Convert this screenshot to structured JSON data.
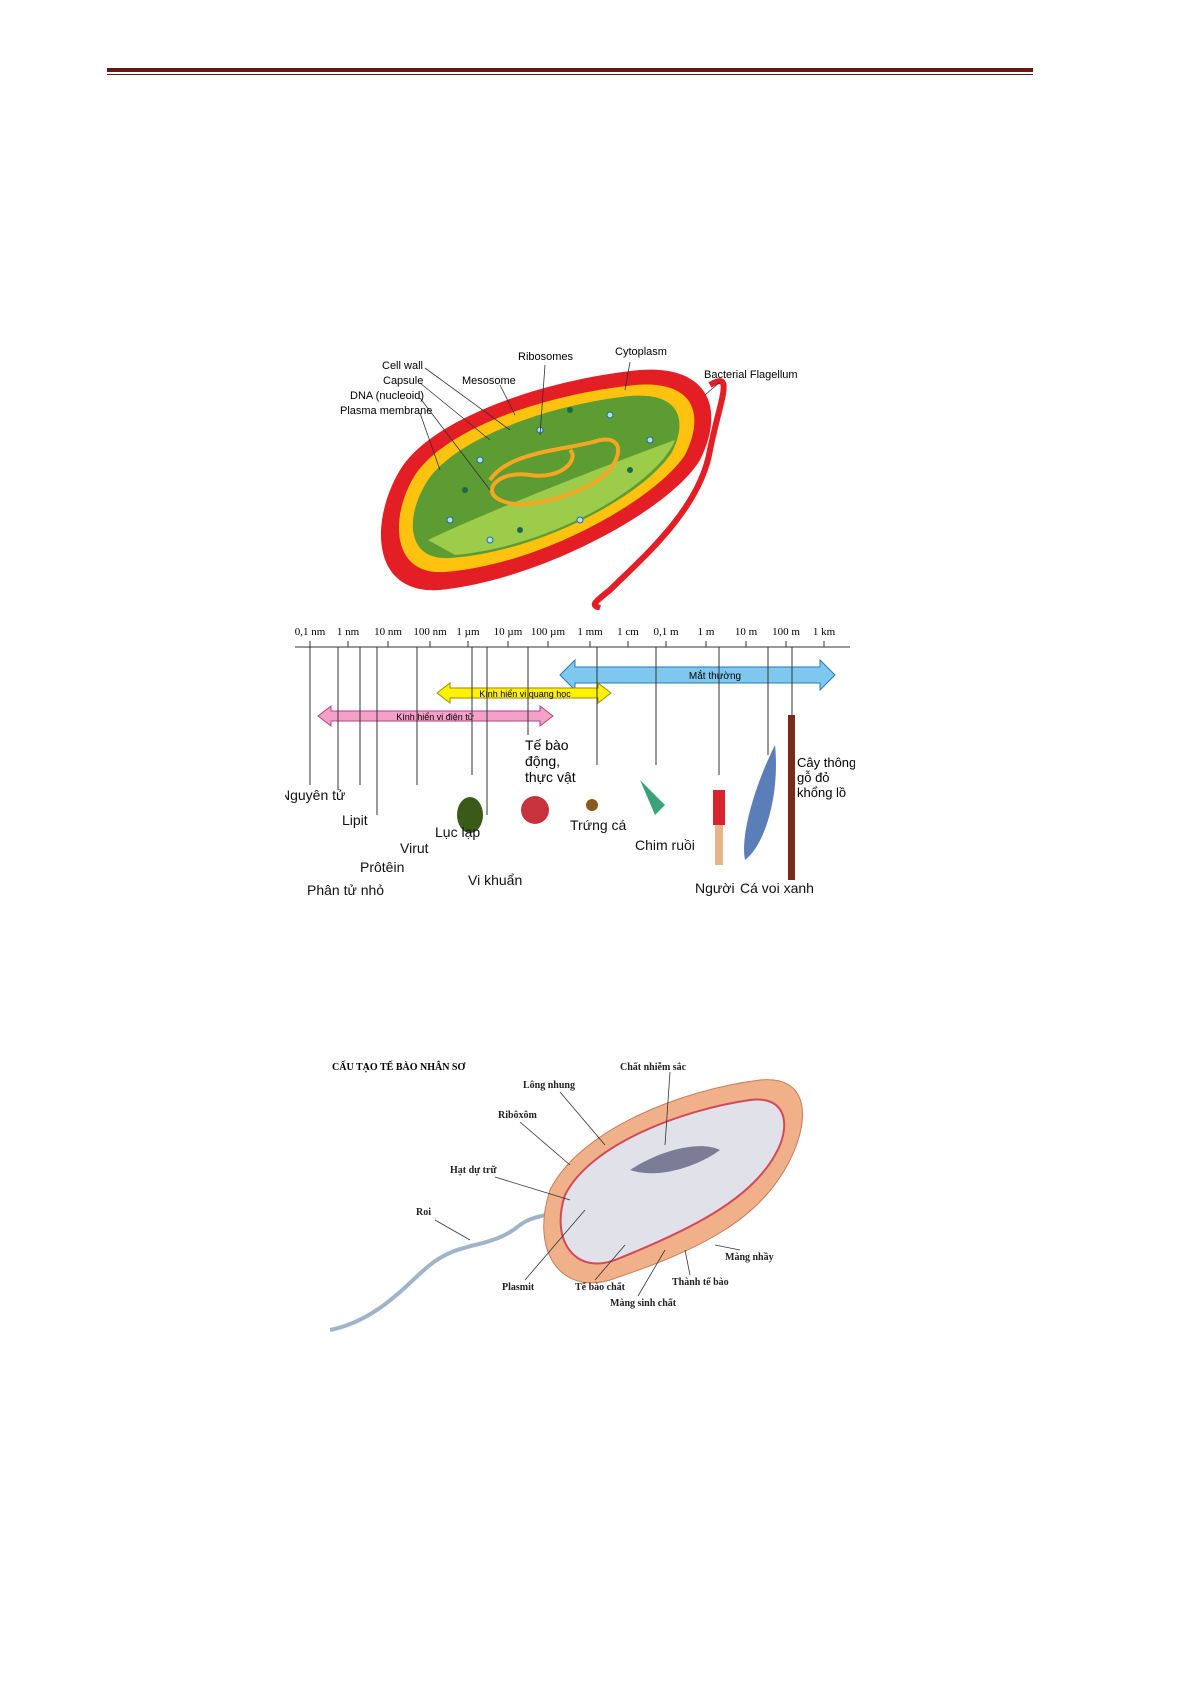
{
  "figure1": {
    "labels": {
      "cell_wall": "Cell wall",
      "capsule": "Capsule",
      "dna": "DNA (nucleoid)",
      "plasma": "Plasma membrane",
      "mesosome": "Mesosome",
      "ribosomes": "Ribosomes",
      "cytoplasm": "Cytoplasm",
      "flagellum": "Bacterial Flagellum"
    }
  },
  "figure2": {
    "scale": [
      "0,1 nm",
      "1 nm",
      "10 nm",
      "100 nm",
      "1 µm",
      "10 µm",
      "100 µm",
      "1 mm",
      "1 cm",
      "0,1 m",
      "1 m",
      "10 m",
      "100 m",
      "1 km"
    ],
    "ranges": {
      "naked_eye": "Mắt thường",
      "light_microscope": "Kính hiển vi quang học",
      "electron_microscope": "Kính hiển vi điện tử"
    },
    "objects": {
      "atom": "Nguyên tử",
      "lipid": "Lipit",
      "small_molecule": "Phân tử nhỏ",
      "protein": "Prôtêin",
      "virus": "Virut",
      "chloroplast": "Lục lạp",
      "bacteria": "Vi khuẩn",
      "cell": "Tế bào động, thực vật",
      "fish_egg": "Trứng cá",
      "hummingbird": "Chim ruồi",
      "human": "Người",
      "blue_whale": "Cá voi xanh",
      "redwood": "Cây thông gỗ đỏ khổng lồ"
    }
  },
  "figure3": {
    "title": "CẤU TẠO TẾ BÀO NHÂN SƠ",
    "labels": {
      "chromatin": "Chất nhiễm sắc",
      "pili": "Lông nhung",
      "ribosome": "Ribôxôm",
      "granule": "Hạt dự trữ",
      "flagellum": "Roi",
      "plasmid": "Plasmit",
      "cytoplasm": "Tế bào chất",
      "membrane": "Màng sinh chất",
      "wall": "Thành tế bào",
      "capsule": "Màng nhầy"
    }
  }
}
